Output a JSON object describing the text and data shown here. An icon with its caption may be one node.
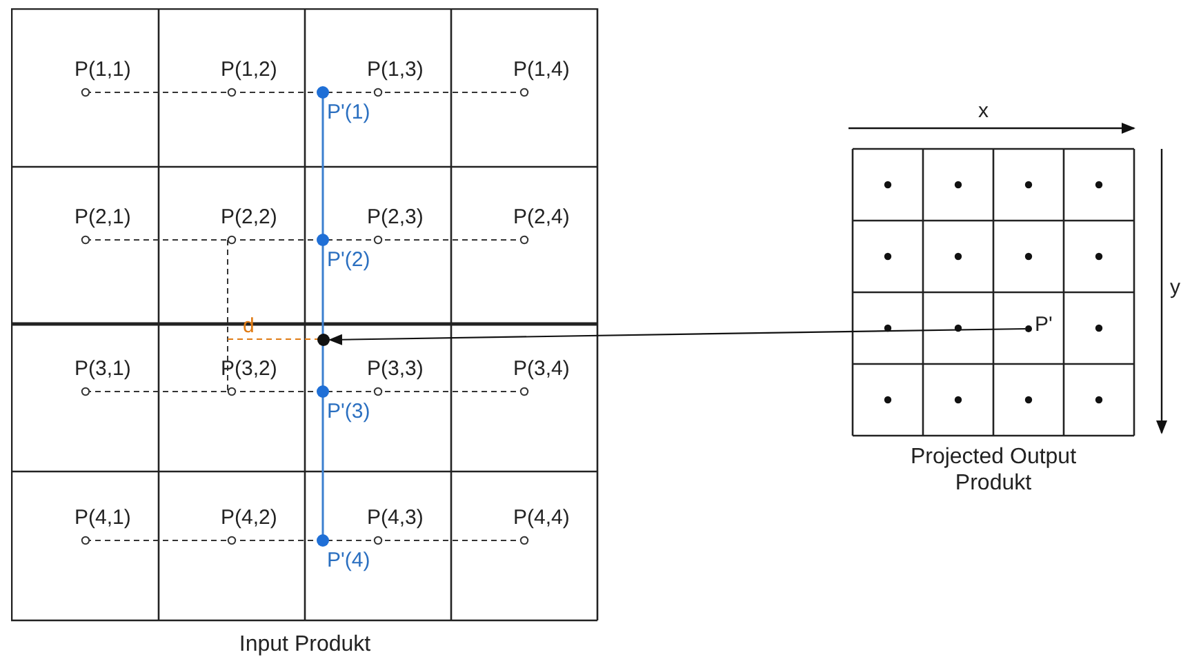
{
  "diagram": {
    "nodes": [
      {
        "text": [
          "Input Produkt"
        ]
      },
      {
        "text": [
          "Projected Output Produkt"
        ]
      },
      {
        "text": [
          "P'"
        ],
        "in": 1
      },
      {
        "text": [],
        "shape": "circle",
        "in": 0
      }
    ],
    "edges": [
      {
        "from": 2,
        "to": 3,
        "arrow": "to"
      }
    ],
    "labels": [
      "P(1,1)",
      "P(1,2)",
      "P(1,3)",
      "P(1,4)",
      "P'(1)",
      "P(2,1)",
      "P(2,2)",
      "P(2,3)",
      "P(2,4)",
      "P'(2)",
      "d",
      "P(3,1)",
      "P(3,2)",
      "P(3,3)",
      "P(3,4)",
      "P'(3)",
      "P(4,1)",
      "P(4,2)",
      "P(4,3)",
      "P(4,4)",
      "P'(4)",
      "x",
      "y"
    ]
  }
}
